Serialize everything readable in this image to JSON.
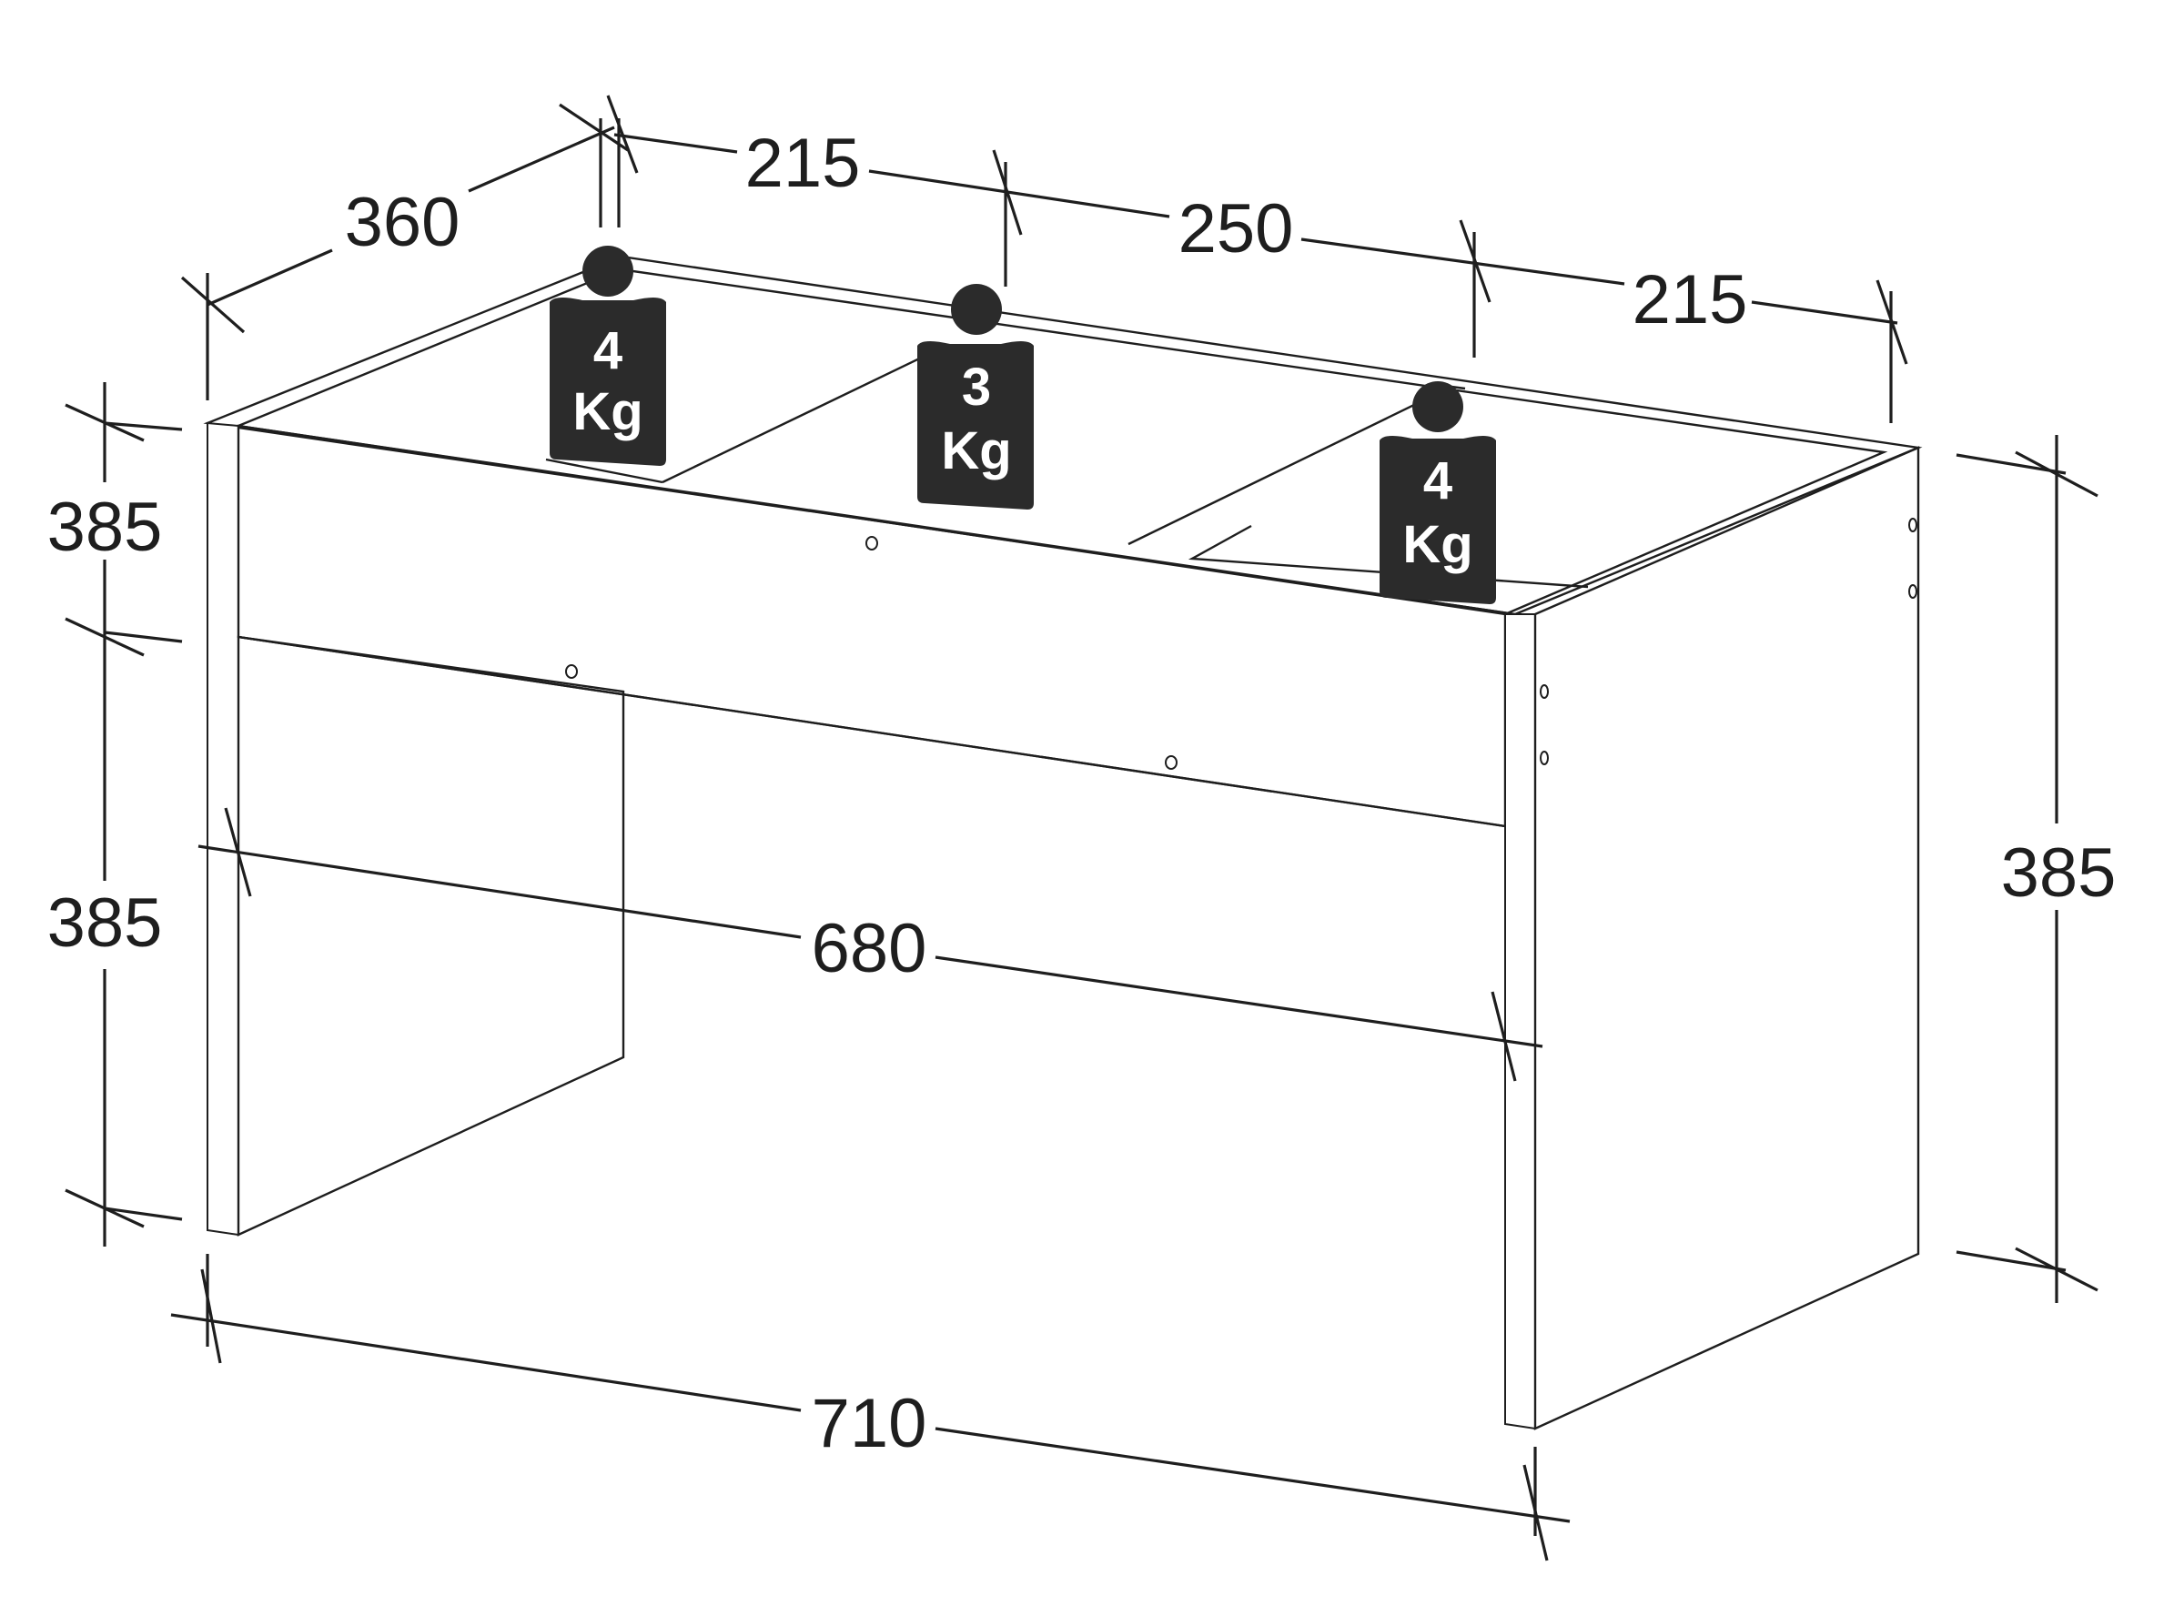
{
  "dimensions": {
    "depth": "360",
    "compartment_left": "215",
    "compartment_middle": "250",
    "compartment_right": "215",
    "height_upper_left": "385",
    "height_lower_left": "385",
    "height_right": "385",
    "inner_width": "680",
    "outer_width": "710"
  },
  "weights": [
    {
      "value": "4",
      "unit": "Kg"
    },
    {
      "value": "3",
      "unit": "Kg"
    },
    {
      "value": "4",
      "unit": "Kg"
    }
  ],
  "colors": {
    "line": "#1e1e1e",
    "weight_tag": "#2b2b2b",
    "weight_text": "#ffffff",
    "background": "#ffffff"
  }
}
